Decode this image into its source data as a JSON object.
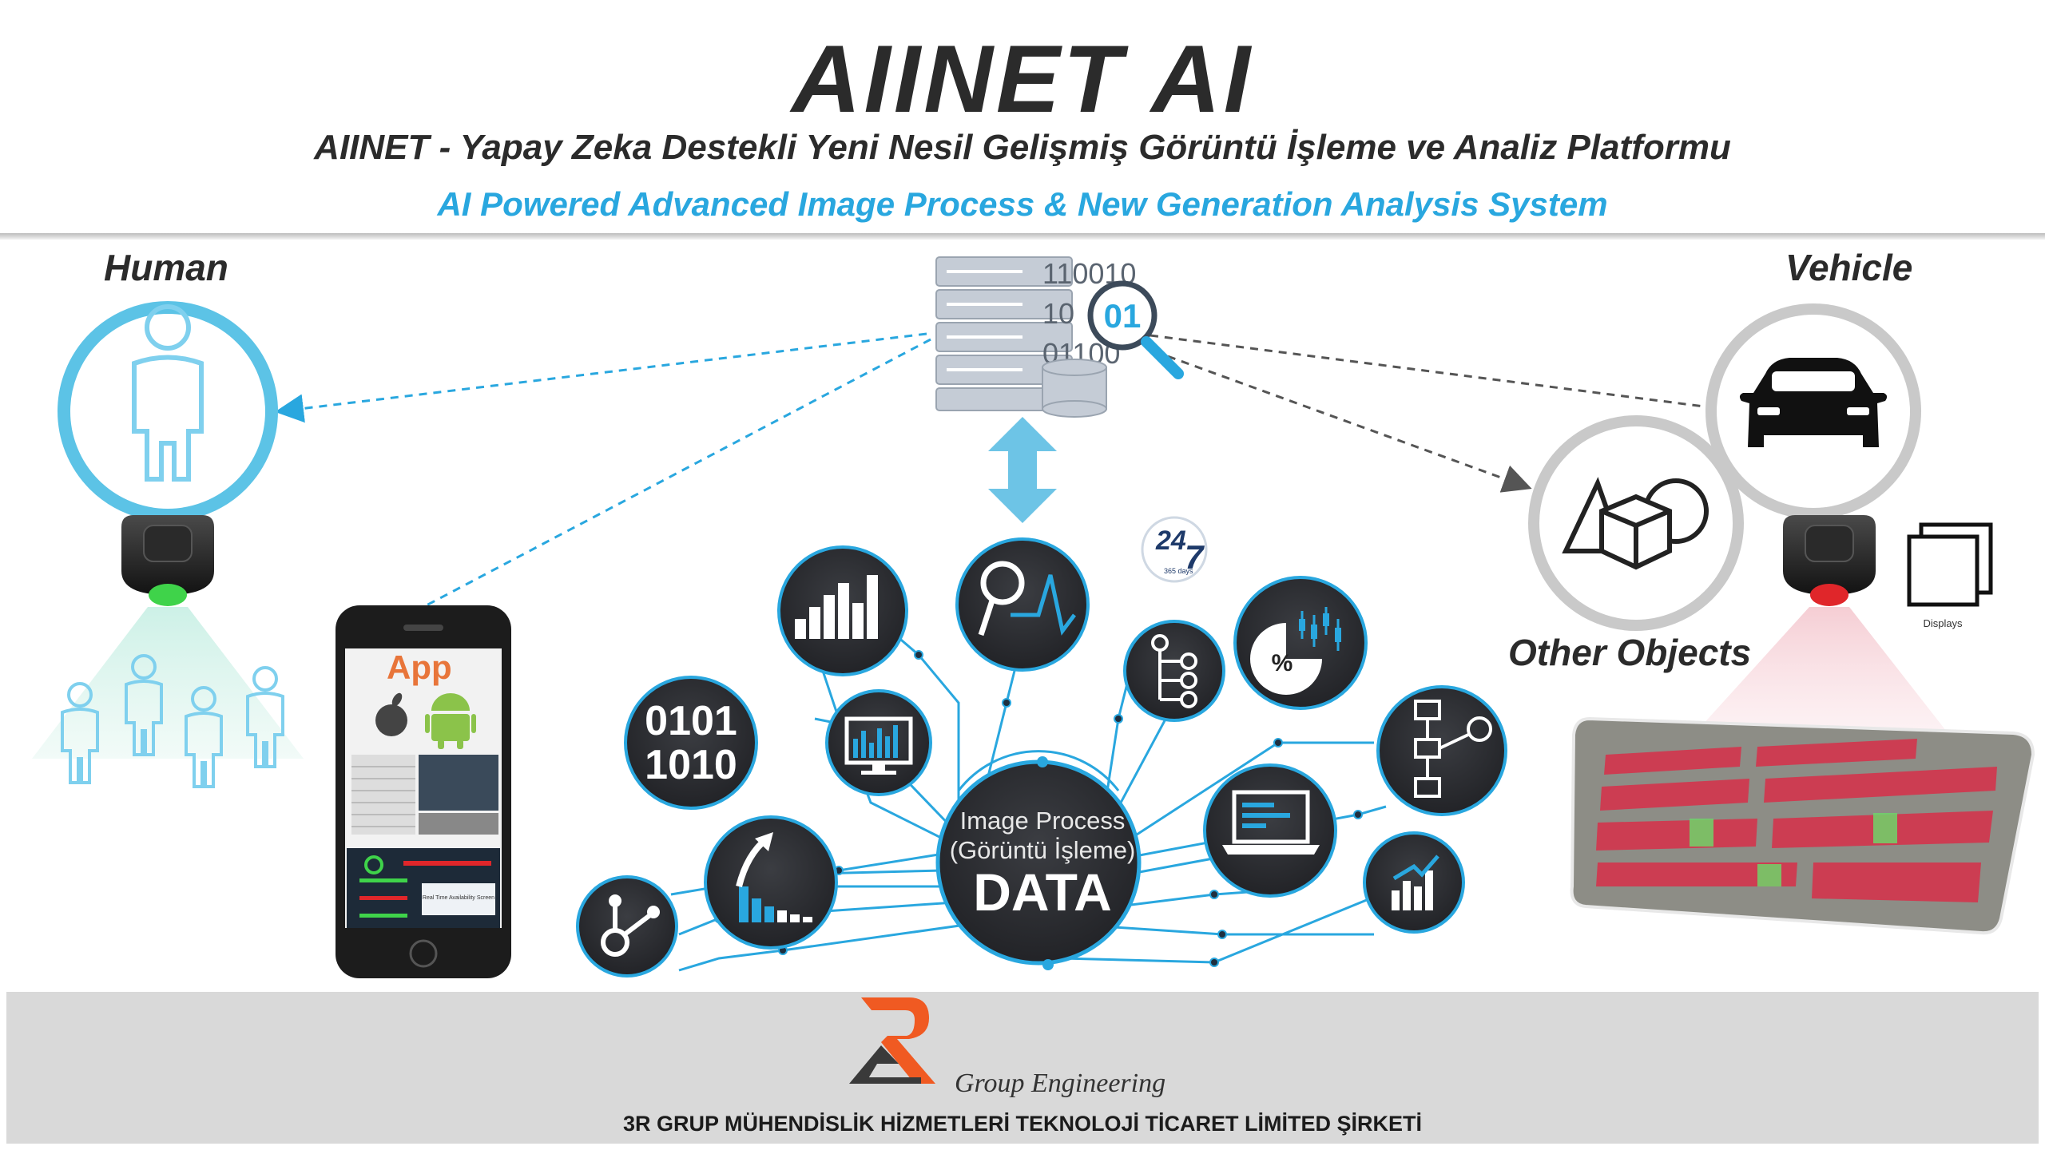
{
  "header": {
    "title": "AIINET AI",
    "subtitle_tr": "AIINET - Yapay Zeka Destekli Yeni Nesil Gelişmiş Görüntü İşleme ve Analiz Platformu",
    "subtitle_en": "AI Powered Advanced Image Process & New Generation Analysis System"
  },
  "labels": {
    "human": "Human",
    "vehicle": "Vehicle",
    "other_objects": "Other Objects",
    "displays": "Displays"
  },
  "server": {
    "binary_line_1": "110010",
    "binary_line_2": "10",
    "binary_line_3": "01100",
    "magnified": "01"
  },
  "hub": {
    "line_1": "Image Process",
    "line_2": "(Görüntü İşleme)",
    "line_3": "DATA"
  },
  "badge": {
    "big": "24",
    "small": "7",
    "caption": "365 days"
  },
  "phone": {
    "app_label": "App",
    "dashboard_caption": "Real Time Availability Screen"
  },
  "binary_icon": {
    "row_1": "0101",
    "row_2": "1010"
  },
  "footer": {
    "logo_group": "Group Engineering",
    "company": "3R GRUP MÜHENDİSLİK HİZMETLERİ TEKNOLOJİ TİCARET LİMİTED ŞİRKETİ"
  },
  "colors": {
    "accent_blue": "#29a7df",
    "node_dark": "#2e2f33",
    "node_ring": "#29a7df",
    "green_led": "#3fd34a",
    "red_led": "#e0262a",
    "logo_orange": "#f05a22"
  }
}
